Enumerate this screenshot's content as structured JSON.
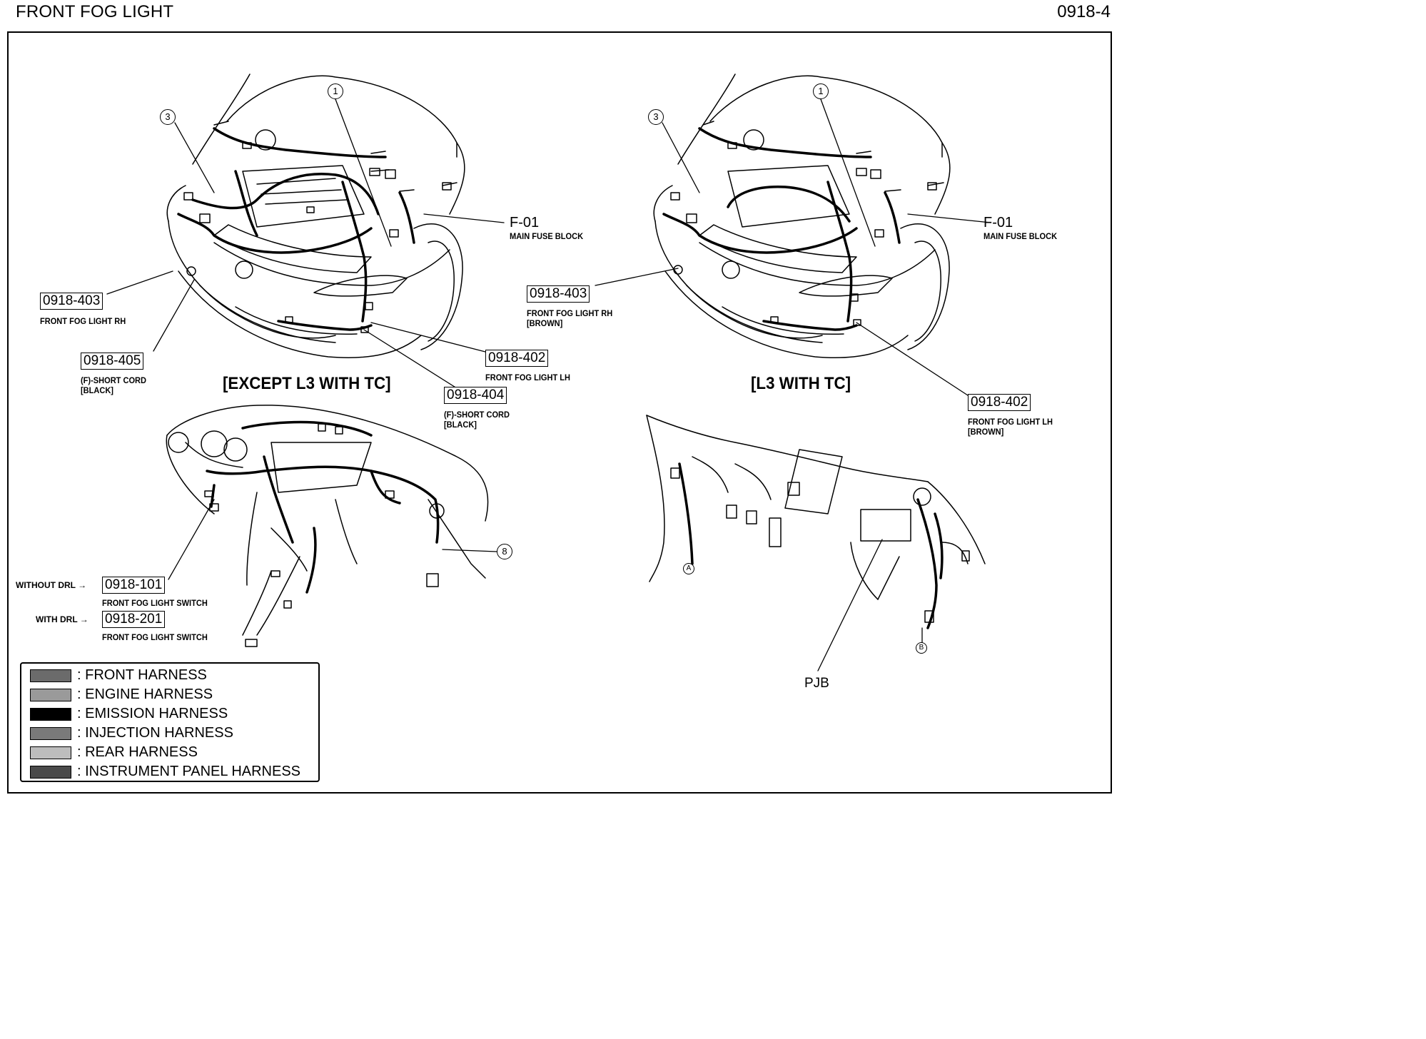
{
  "header": {
    "title": "FRONT FOG LIGHT",
    "code": "0918-4"
  },
  "views": {
    "left": {
      "caption": "[EXCEPT L3 WITH TC]"
    },
    "right": {
      "caption": "[L3 WITH TC]"
    }
  },
  "connectors": {
    "left_403": {
      "code": "0918-403",
      "desc": [
        "FRONT FOG LIGHT RH"
      ]
    },
    "left_405": {
      "code": "0918-405",
      "desc": [
        "(F)-SHORT CORD",
        "[BLACK]"
      ]
    },
    "left_402": {
      "code": "0918-402",
      "desc": [
        "FRONT FOG LIGHT LH"
      ]
    },
    "left_404": {
      "code": "0918-404",
      "desc": [
        "(F)-SHORT CORD",
        "[BLACK]"
      ]
    },
    "right_403": {
      "code": "0918-403",
      "desc": [
        "FRONT FOG LIGHT RH",
        "[BROWN]"
      ]
    },
    "right_402": {
      "code": "0918-402",
      "desc": [
        "FRONT FOG LIGHT LH",
        "[BROWN]"
      ]
    },
    "sw_101": {
      "code": "0918-101",
      "prefix": "WITHOUT DRL →",
      "desc": [
        "FRONT FOG LIGHT SWITCH"
      ]
    },
    "sw_201": {
      "code": "0918-201",
      "prefix": "WITH DRL →",
      "desc": [
        "FRONT FOG LIGHT SWITCH"
      ]
    }
  },
  "fuse_block": {
    "code": "F-01",
    "desc": "MAIN FUSE BLOCK"
  },
  "callouts": {
    "one": "1",
    "three": "3",
    "eight": "8",
    "a": "A",
    "b": "B"
  },
  "pjb_label": "PJB",
  "legend": [
    {
      "label": ": FRONT HARNESS",
      "color": "#6b6b6b"
    },
    {
      "label": ": ENGINE HARNESS",
      "color": "#9a9a9a"
    },
    {
      "label": ": EMISSION HARNESS",
      "color": "#000000"
    },
    {
      "label": ": INJECTION HARNESS",
      "color": "#7a7a7a"
    },
    {
      "label": ": REAR HARNESS",
      "color": "#bdbdbd"
    },
    {
      "label": ": INSTRUMENT PANEL HARNESS",
      "color": "#4a4a4a"
    }
  ]
}
